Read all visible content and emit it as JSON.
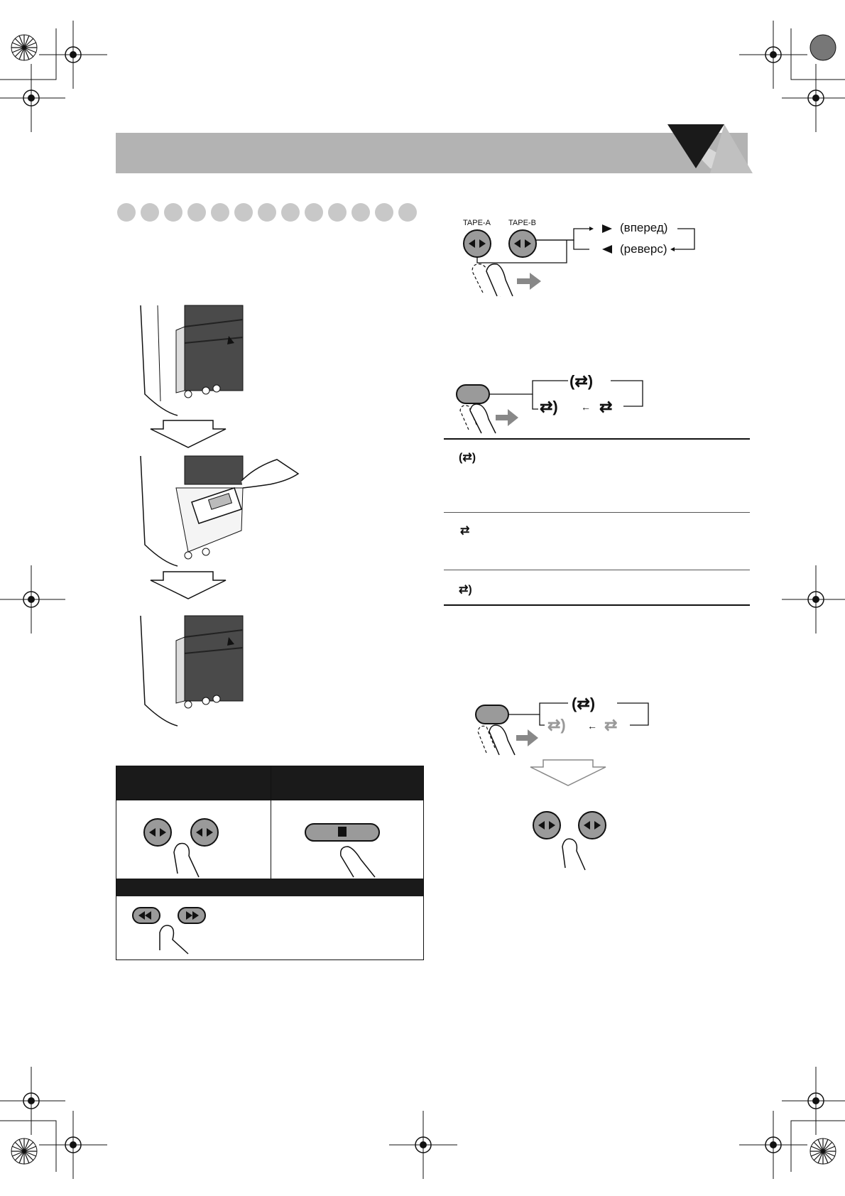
{
  "tape_selector": {
    "tape_a_label": "TAPE-A",
    "tape_b_label": "TAPE-B",
    "forward_label": "(вперед)",
    "reverse_label": "(реверс)"
  },
  "reverse_modes": {
    "mode_all_symbol": "(⇄)",
    "mode_one_way_symbol": "⇄",
    "mode_one_side_symbol": "⇄)"
  },
  "icons": {
    "registration": "registration-mark-icon",
    "color_wheel": "color-wheel-icon",
    "play_button": "play-reverse-button-icon",
    "stop_button": "stop-button-icon",
    "rewind_button": "rewind-button-icon",
    "fast_forward_button": "fast-forward-button-icon",
    "finger": "finger-press-icon",
    "cassette_deck": "cassette-deck-illustration"
  },
  "colors": {
    "header_bar": "#b3b3b3",
    "dot": "#c8c8c8",
    "table_header": "#1a1a1a",
    "button_fill": "#9a9a9a"
  }
}
